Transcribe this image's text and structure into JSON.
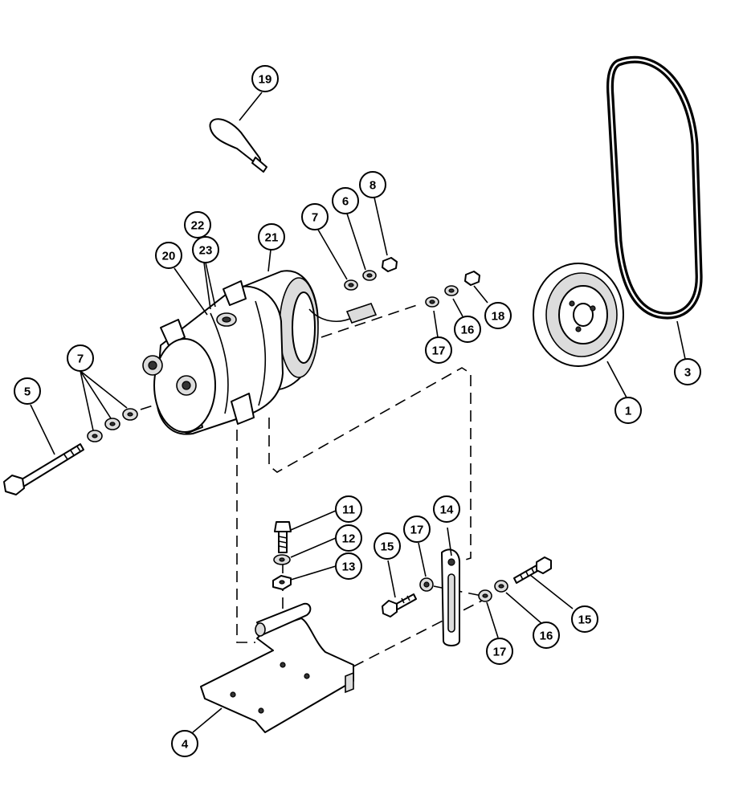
{
  "diagram": {
    "callouts": [
      {
        "id": "c19",
        "label": "19"
      },
      {
        "id": "c22",
        "label": "22"
      },
      {
        "id": "c23",
        "label": "23"
      },
      {
        "id": "c20",
        "label": "20"
      },
      {
        "id": "c21",
        "label": "21"
      },
      {
        "id": "c7a",
        "label": "7"
      },
      {
        "id": "c6",
        "label": "6"
      },
      {
        "id": "c8",
        "label": "8"
      },
      {
        "id": "c17a",
        "label": "17"
      },
      {
        "id": "c16a",
        "label": "16"
      },
      {
        "id": "c18",
        "label": "18"
      },
      {
        "id": "c1",
        "label": "1"
      },
      {
        "id": "c3",
        "label": "3"
      },
      {
        "id": "c7b",
        "label": "7"
      },
      {
        "id": "c5",
        "label": "5"
      },
      {
        "id": "c11",
        "label": "11"
      },
      {
        "id": "c12",
        "label": "12"
      },
      {
        "id": "c13",
        "label": "13"
      },
      {
        "id": "c15a",
        "label": "15"
      },
      {
        "id": "c17b",
        "label": "17"
      },
      {
        "id": "c14",
        "label": "14"
      },
      {
        "id": "c17c",
        "label": "17"
      },
      {
        "id": "c16b",
        "label": "16"
      },
      {
        "id": "c15b",
        "label": "15"
      },
      {
        "id": "c4",
        "label": "4"
      }
    ]
  }
}
